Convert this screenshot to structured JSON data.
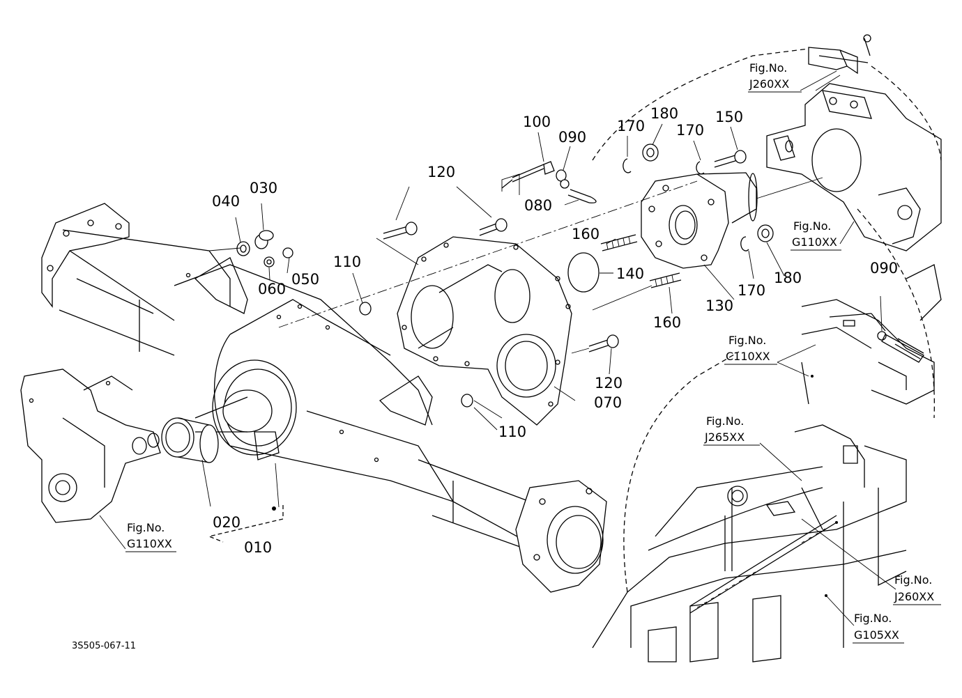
{
  "drawing_code": "3S505-067-11",
  "parts": [
    {
      "id": "p010",
      "label": "010"
    },
    {
      "id": "p020",
      "label": "020"
    },
    {
      "id": "p030",
      "label": "030"
    },
    {
      "id": "p040",
      "label": "040"
    },
    {
      "id": "p050",
      "label": "050"
    },
    {
      "id": "p060",
      "label": "060"
    },
    {
      "id": "p070",
      "label": "070"
    },
    {
      "id": "p080",
      "label": "080"
    },
    {
      "id": "p090a",
      "label": "090"
    },
    {
      "id": "p090b",
      "label": "090"
    },
    {
      "id": "p100",
      "label": "100"
    },
    {
      "id": "p110a",
      "label": "110"
    },
    {
      "id": "p110b",
      "label": "110"
    },
    {
      "id": "p120a",
      "label": "120"
    },
    {
      "id": "p120b",
      "label": "120"
    },
    {
      "id": "p130",
      "label": "130"
    },
    {
      "id": "p140",
      "label": "140"
    },
    {
      "id": "p150",
      "label": "150"
    },
    {
      "id": "p160a",
      "label": "160"
    },
    {
      "id": "p160b",
      "label": "160"
    },
    {
      "id": "p170a",
      "label": "170"
    },
    {
      "id": "p170b",
      "label": "170"
    },
    {
      "id": "p170c",
      "label": "170"
    },
    {
      "id": "p180a",
      "label": "180"
    },
    {
      "id": "p180b",
      "label": "180"
    }
  ],
  "fig_refs": [
    {
      "id": "r1",
      "prefix": "Fig.No.",
      "code": "J260XX"
    },
    {
      "id": "r2",
      "prefix": "Fig.No.",
      "code": "G110XX"
    },
    {
      "id": "r3",
      "prefix": "Fig.No.",
      "code": "C110XX"
    },
    {
      "id": "r4",
      "prefix": "Fig.No.",
      "code": "J265XX"
    },
    {
      "id": "r5",
      "prefix": "Fig.No.",
      "code": "G110XX"
    },
    {
      "id": "r6",
      "prefix": "Fig.No.",
      "code": "J260XX"
    },
    {
      "id": "r7",
      "prefix": "Fig.No.",
      "code": "G105XX"
    }
  ]
}
